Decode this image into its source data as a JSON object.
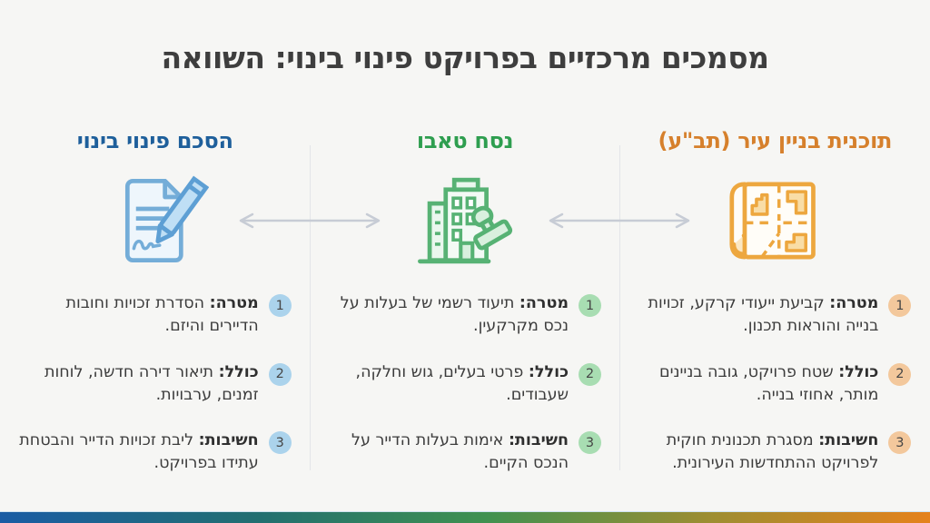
{
  "slide": {
    "title": "מסמכים מרכזיים בפרויקט פינוי בינוי: השוואה",
    "background_color": "#f6f6f4",
    "footer_gradient_colors": [
      "#1a5ca4",
      "#3f9150",
      "#e5821c"
    ],
    "arrow_color": "#c7ccd5"
  },
  "columns": [
    {
      "header": "תוכנית בניין עיר (תב\"ע)",
      "accent_color": "#d6802c",
      "badge_color": "#f3c89c",
      "icon": "city-plan-map-icon",
      "items": [
        {
          "num": "1",
          "label": "מטרה:",
          "text": "קביעת ייעודי קרקע, זכויות בנייה והוראות תכנון."
        },
        {
          "num": "2",
          "label": "כולל:",
          "text": "שטח פרויקט, גובה בניינים מותר, אחוזי בנייה."
        },
        {
          "num": "3",
          "label": "חשיבות:",
          "text": "מסגרת תכנונית חוקית לפרויקט ההתחדשות העירונית."
        }
      ]
    },
    {
      "header": "נסח טאבו",
      "accent_color": "#2e9e4f",
      "badge_color": "#a8ddb2",
      "icon": "building-stamp-icon",
      "items": [
        {
          "num": "1",
          "label": "מטרה:",
          "text": "תיעוד רשמי של בעלות על נכס מקרקעין."
        },
        {
          "num": "2",
          "label": "כולל:",
          "text": "פרטי בעלים, גוש וחלקה, שעבודים."
        },
        {
          "num": "3",
          "label": "חשיבות:",
          "text": "אימות בעלות הדייר על הנכס הקיים."
        }
      ]
    },
    {
      "header": "הסכם פינוי בינוי",
      "accent_color": "#1e5f9b",
      "badge_color": "#abd3ec",
      "icon": "document-pen-icon",
      "items": [
        {
          "num": "1",
          "label": "מטרה:",
          "text": "הסדרת זכויות וחובות הדיירים והיזם."
        },
        {
          "num": "2",
          "label": "כולל:",
          "text": "תיאור דירה חדשה, לוחות זמנים, ערבויות."
        },
        {
          "num": "3",
          "label": "חשיבות:",
          "text": "ליבת זכויות הדייר והבטחת עתידו בפרויקט."
        }
      ]
    }
  ]
}
